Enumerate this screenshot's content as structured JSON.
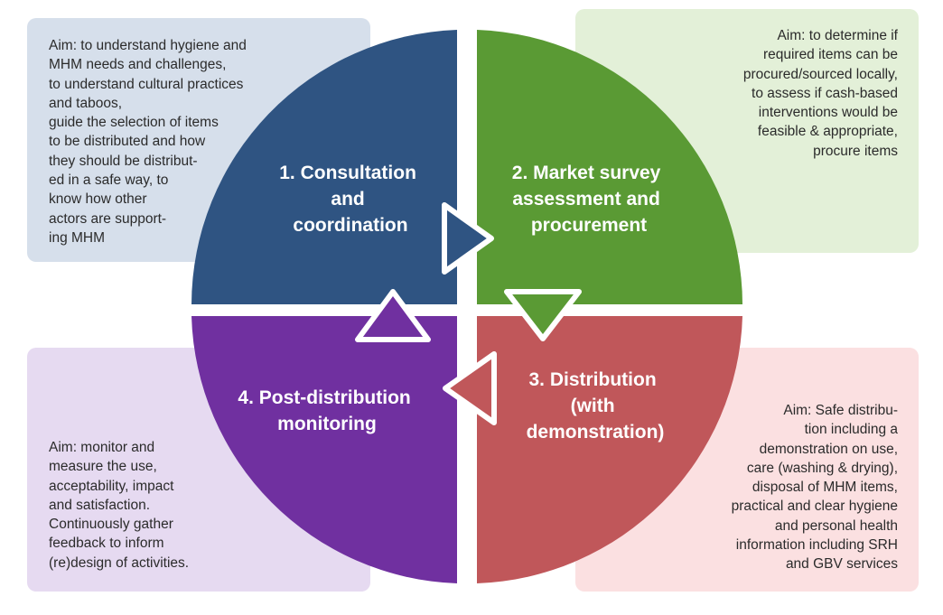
{
  "colors": {
    "consultation": "#2f5482",
    "market": "#5a9a34",
    "distribution": "#c0575a",
    "monitoring": "#7030a0",
    "box_consultation": "#d6dfeb",
    "box_market": "#e3f0d8",
    "box_distribution": "#fbe0e1",
    "box_monitoring": "#e6daf1"
  },
  "steps": [
    {
      "id": "consultation",
      "lines": [
        "1. Consultation",
        "and",
        "coordination"
      ]
    },
    {
      "id": "market",
      "lines": [
        "2. Market survey",
        "assessment and",
        "procurement"
      ]
    },
    {
      "id": "distribution",
      "lines": [
        "3. Distribution",
        "(with",
        "demonstration)"
      ]
    },
    {
      "id": "monitoring",
      "lines": [
        "4. Post-distribution",
        "monitoring"
      ]
    }
  ],
  "aims": {
    "consultation": "Aim: to understand hygiene and\nMHM needs and challenges,\nto understand cultural practices\nand taboos,\nguide the selection of items\nto be distributed and how\nthey should be distribut-\ned in a safe way, to\nknow how other\nactors are support-\ning MHM",
    "market": "Aim: to determine if\nrequired items can be\nprocured/sourced locally,\nto assess if cash-based\ninterventions would be\nfeasible & appropriate,\nprocure items",
    "distribution": "Aim: Safe distribu-\ntion including a\ndemonstration on use,\ncare (washing & drying),\ndisposal of MHM items,\npractical and clear hygiene\nand personal health\ninformation including SRH\nand GBV services",
    "monitoring": "Aim: monitor and\nmeasure the use,\nacceptability, impact\nand satisfaction.\nContinuously gather\nfeedback to inform\n(re)design of activities."
  },
  "icons": [
    "arrow-right-icon",
    "arrow-down-icon",
    "arrow-left-icon",
    "arrow-up-icon"
  ]
}
